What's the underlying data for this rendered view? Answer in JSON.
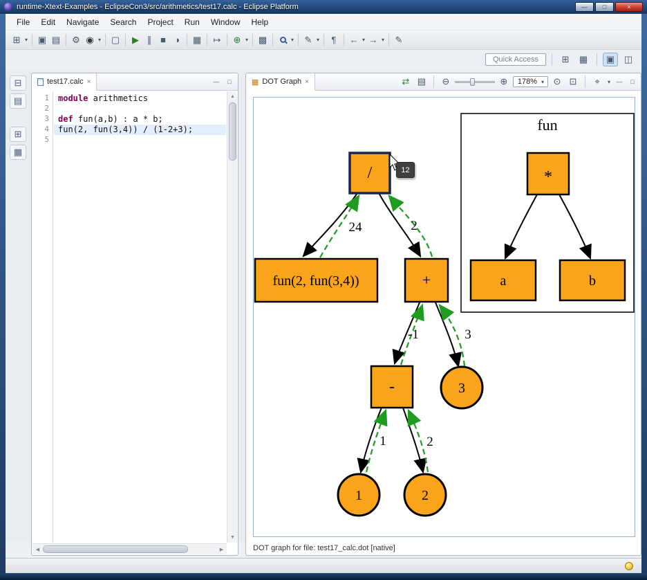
{
  "window": {
    "title": "runtime-Xtext-Examples - EclipseCon3/src/arithmetics/test17.calc - Eclipse Platform",
    "minimize": "—",
    "maximize": "□",
    "close": "×"
  },
  "ui": {
    "caret": "▾",
    "minimize": "—",
    "maximize": "□",
    "scroll_up": "▲",
    "scroll_down": "▼",
    "scroll_left": "◀",
    "scroll_right": "▶"
  },
  "menu_bar": {
    "items": [
      "File",
      "Edit",
      "Navigate",
      "Search",
      "Project",
      "Run",
      "Window",
      "Help"
    ]
  },
  "main_toolbar": {
    "icons": [
      "⊞",
      "▣",
      "▤",
      "⚙",
      "◉",
      "▢",
      "▶",
      "∥",
      "■",
      "◑",
      "▦",
      "↦",
      "⊕",
      "▩",
      "✎",
      "¶",
      "←",
      "→",
      "✎"
    ],
    "quick_access": "Quick Access",
    "perspective_icons": [
      "⊞",
      "▦",
      "▣",
      "◫"
    ]
  },
  "left_strip": {
    "icons": [
      "⊟",
      "▤",
      "⊞",
      "▦"
    ]
  },
  "editor": {
    "tab_label": "test17.calc",
    "tab_close": "×",
    "lines": [
      {
        "num": "1",
        "kw": "module",
        "rest": " arithmetics"
      },
      {
        "num": "2",
        "kw": "",
        "rest": ""
      },
      {
        "num": "3",
        "kw": "def",
        "rest": " fun(a,b) : a * b;"
      },
      {
        "num": "4",
        "kw": "",
        "rest": "fun(2, fun(3,4)) / (1-2+3);"
      },
      {
        "num": "5",
        "kw": "",
        "rest": ""
      }
    ]
  },
  "dot_view": {
    "tab_label": "DOT Graph",
    "tab_close": "×",
    "toolbar": {
      "sync": "⇄",
      "export": "▤",
      "zoom_out": "⊖",
      "zoom_in": "⊕",
      "zoom_value": "178%",
      "zoom_original": "⊙",
      "zoom_selection": "⊡",
      "fit": "⌖"
    },
    "tooltip": "12",
    "status": "DOT graph for file: test17_calc.dot [native]"
  },
  "graph": {
    "cluster_label": "fun",
    "nodes": {
      "div": "/",
      "funcall": "fun(2, fun(3,4))",
      "plus": "+",
      "minus": "-",
      "three": "3",
      "one": "1",
      "two": "2",
      "mul": "*",
      "a": "a",
      "b": "b"
    },
    "edge_labels": {
      "div_funcall": "24",
      "div_plus": "2",
      "plus_minus": "-1",
      "plus_three": "3",
      "minus_one": "1",
      "minus_two": "2"
    },
    "edges": [
      {
        "from": "/",
        "to": "fun(2, fun(3,4))",
        "label": "24"
      },
      {
        "from": "/",
        "to": "+",
        "label": "2"
      },
      {
        "from": "+",
        "to": "-",
        "label": "-1"
      },
      {
        "from": "+",
        "to": "3",
        "label": "3"
      },
      {
        "from": "-",
        "to": "1",
        "label": "1"
      },
      {
        "from": "-",
        "to": "2",
        "label": "2"
      },
      {
        "from": "*",
        "to": "a",
        "label": ""
      },
      {
        "from": "*",
        "to": "b",
        "label": ""
      }
    ],
    "colors": {
      "node_fill": "#FAA41B",
      "call_edge": "#000000",
      "return_edge": "#1F9C1F",
      "selected_border": "#16284E"
    }
  }
}
